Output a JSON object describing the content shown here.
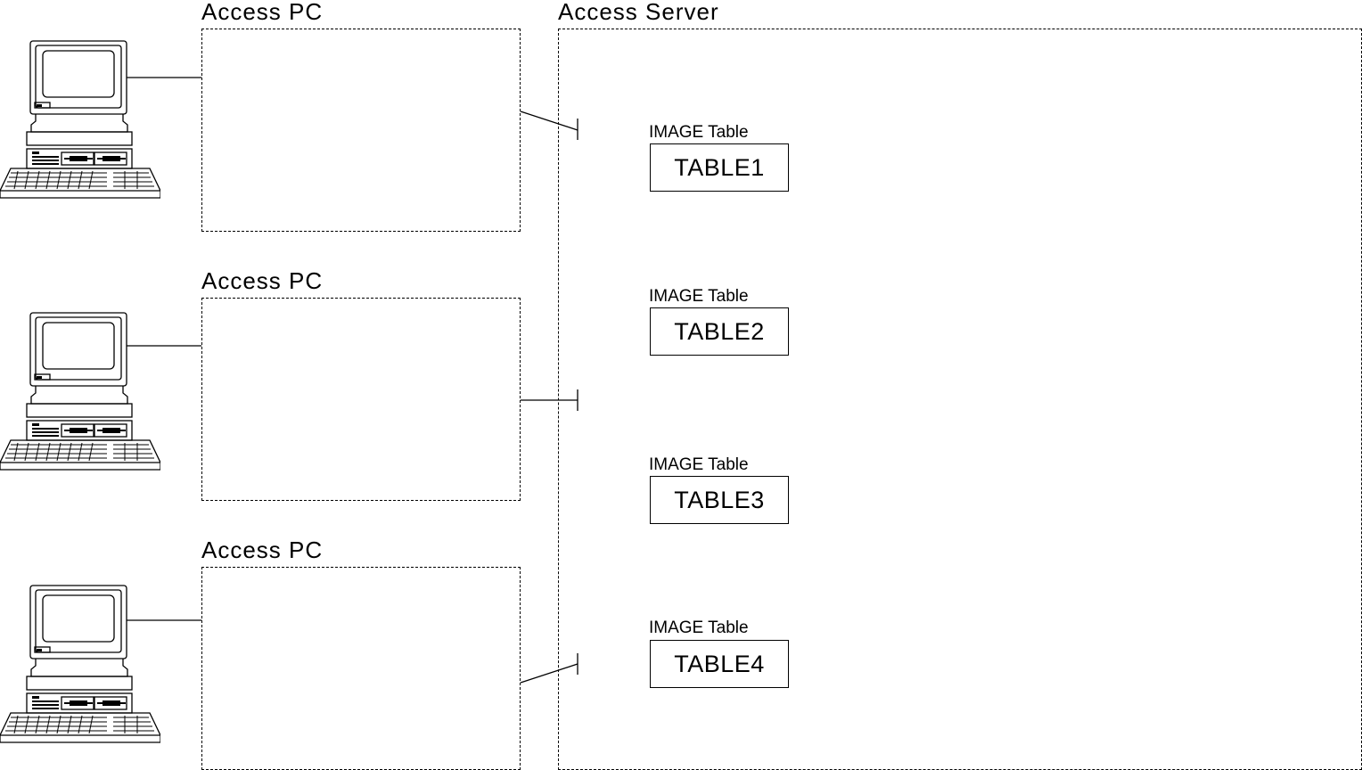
{
  "server": {
    "label": "Access Server",
    "tables": [
      {
        "caption": "IMAGE Table",
        "name": "TABLE1"
      },
      {
        "caption": "IMAGE Table",
        "name": "TABLE2"
      },
      {
        "caption": "IMAGE Table",
        "name": "TABLE3"
      },
      {
        "caption": "IMAGE Table",
        "name": "TABLE4"
      }
    ]
  },
  "clients": [
    {
      "label": "Access PC",
      "icon": "desktop-computer-icon"
    },
    {
      "label": "Access PC",
      "icon": "desktop-computer-icon"
    },
    {
      "label": "Access PC",
      "icon": "desktop-computer-icon"
    }
  ]
}
